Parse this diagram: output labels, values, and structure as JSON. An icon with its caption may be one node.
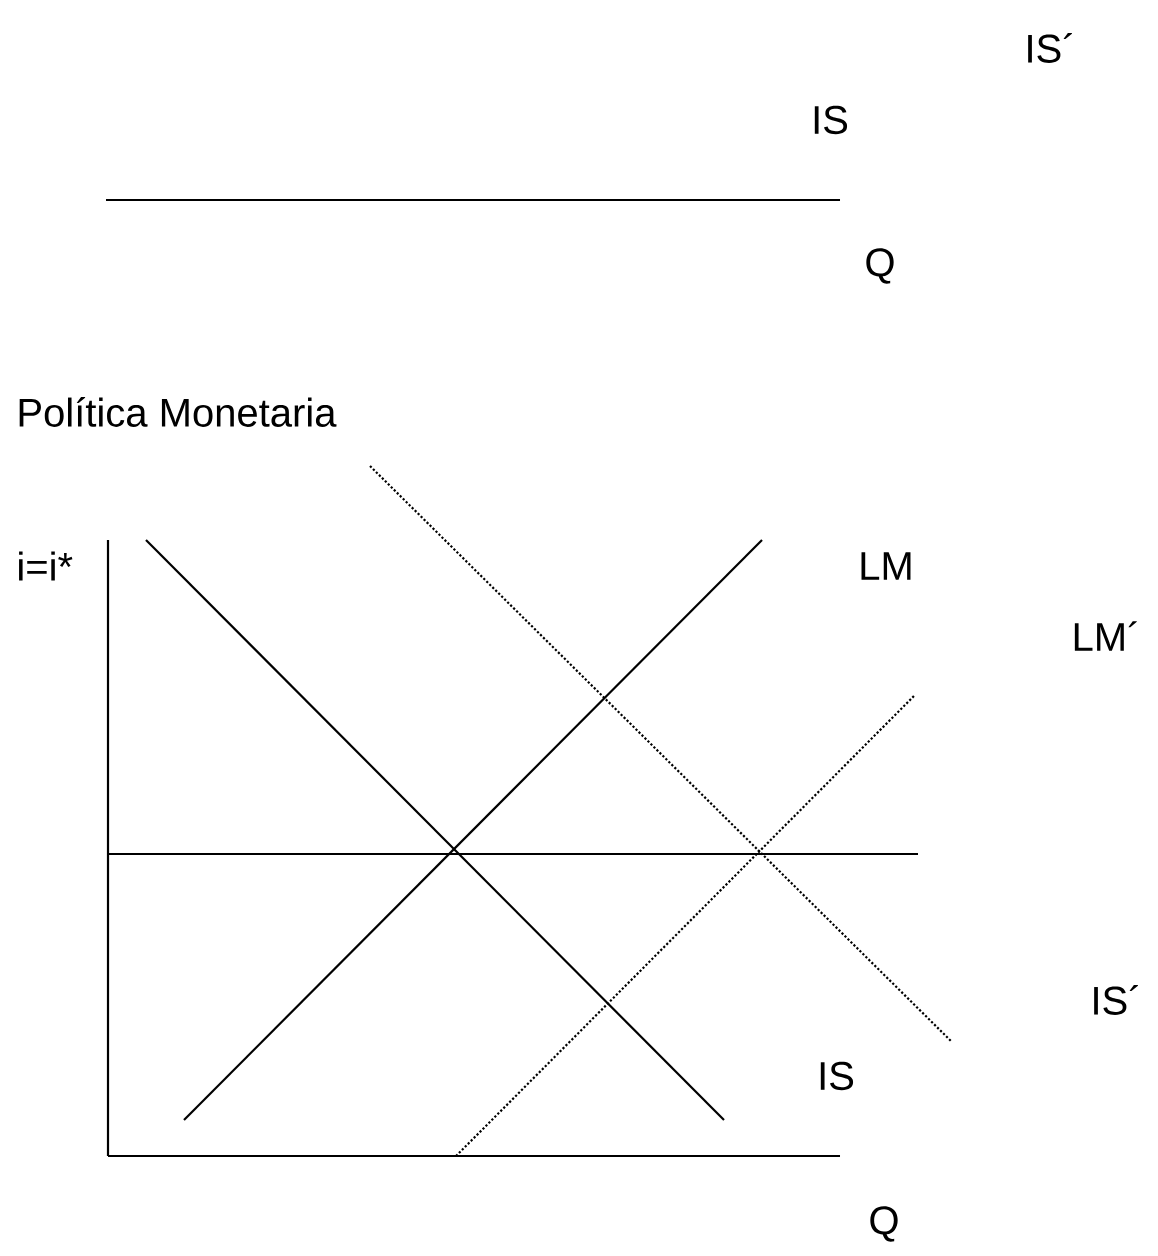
{
  "diagram": {
    "labels": [
      "IS´",
      "IS",
      "Q",
      "Política Monetaria",
      "i=i*",
      "LM",
      "LM´",
      "IS´",
      "IS",
      "Q"
    ]
  }
}
